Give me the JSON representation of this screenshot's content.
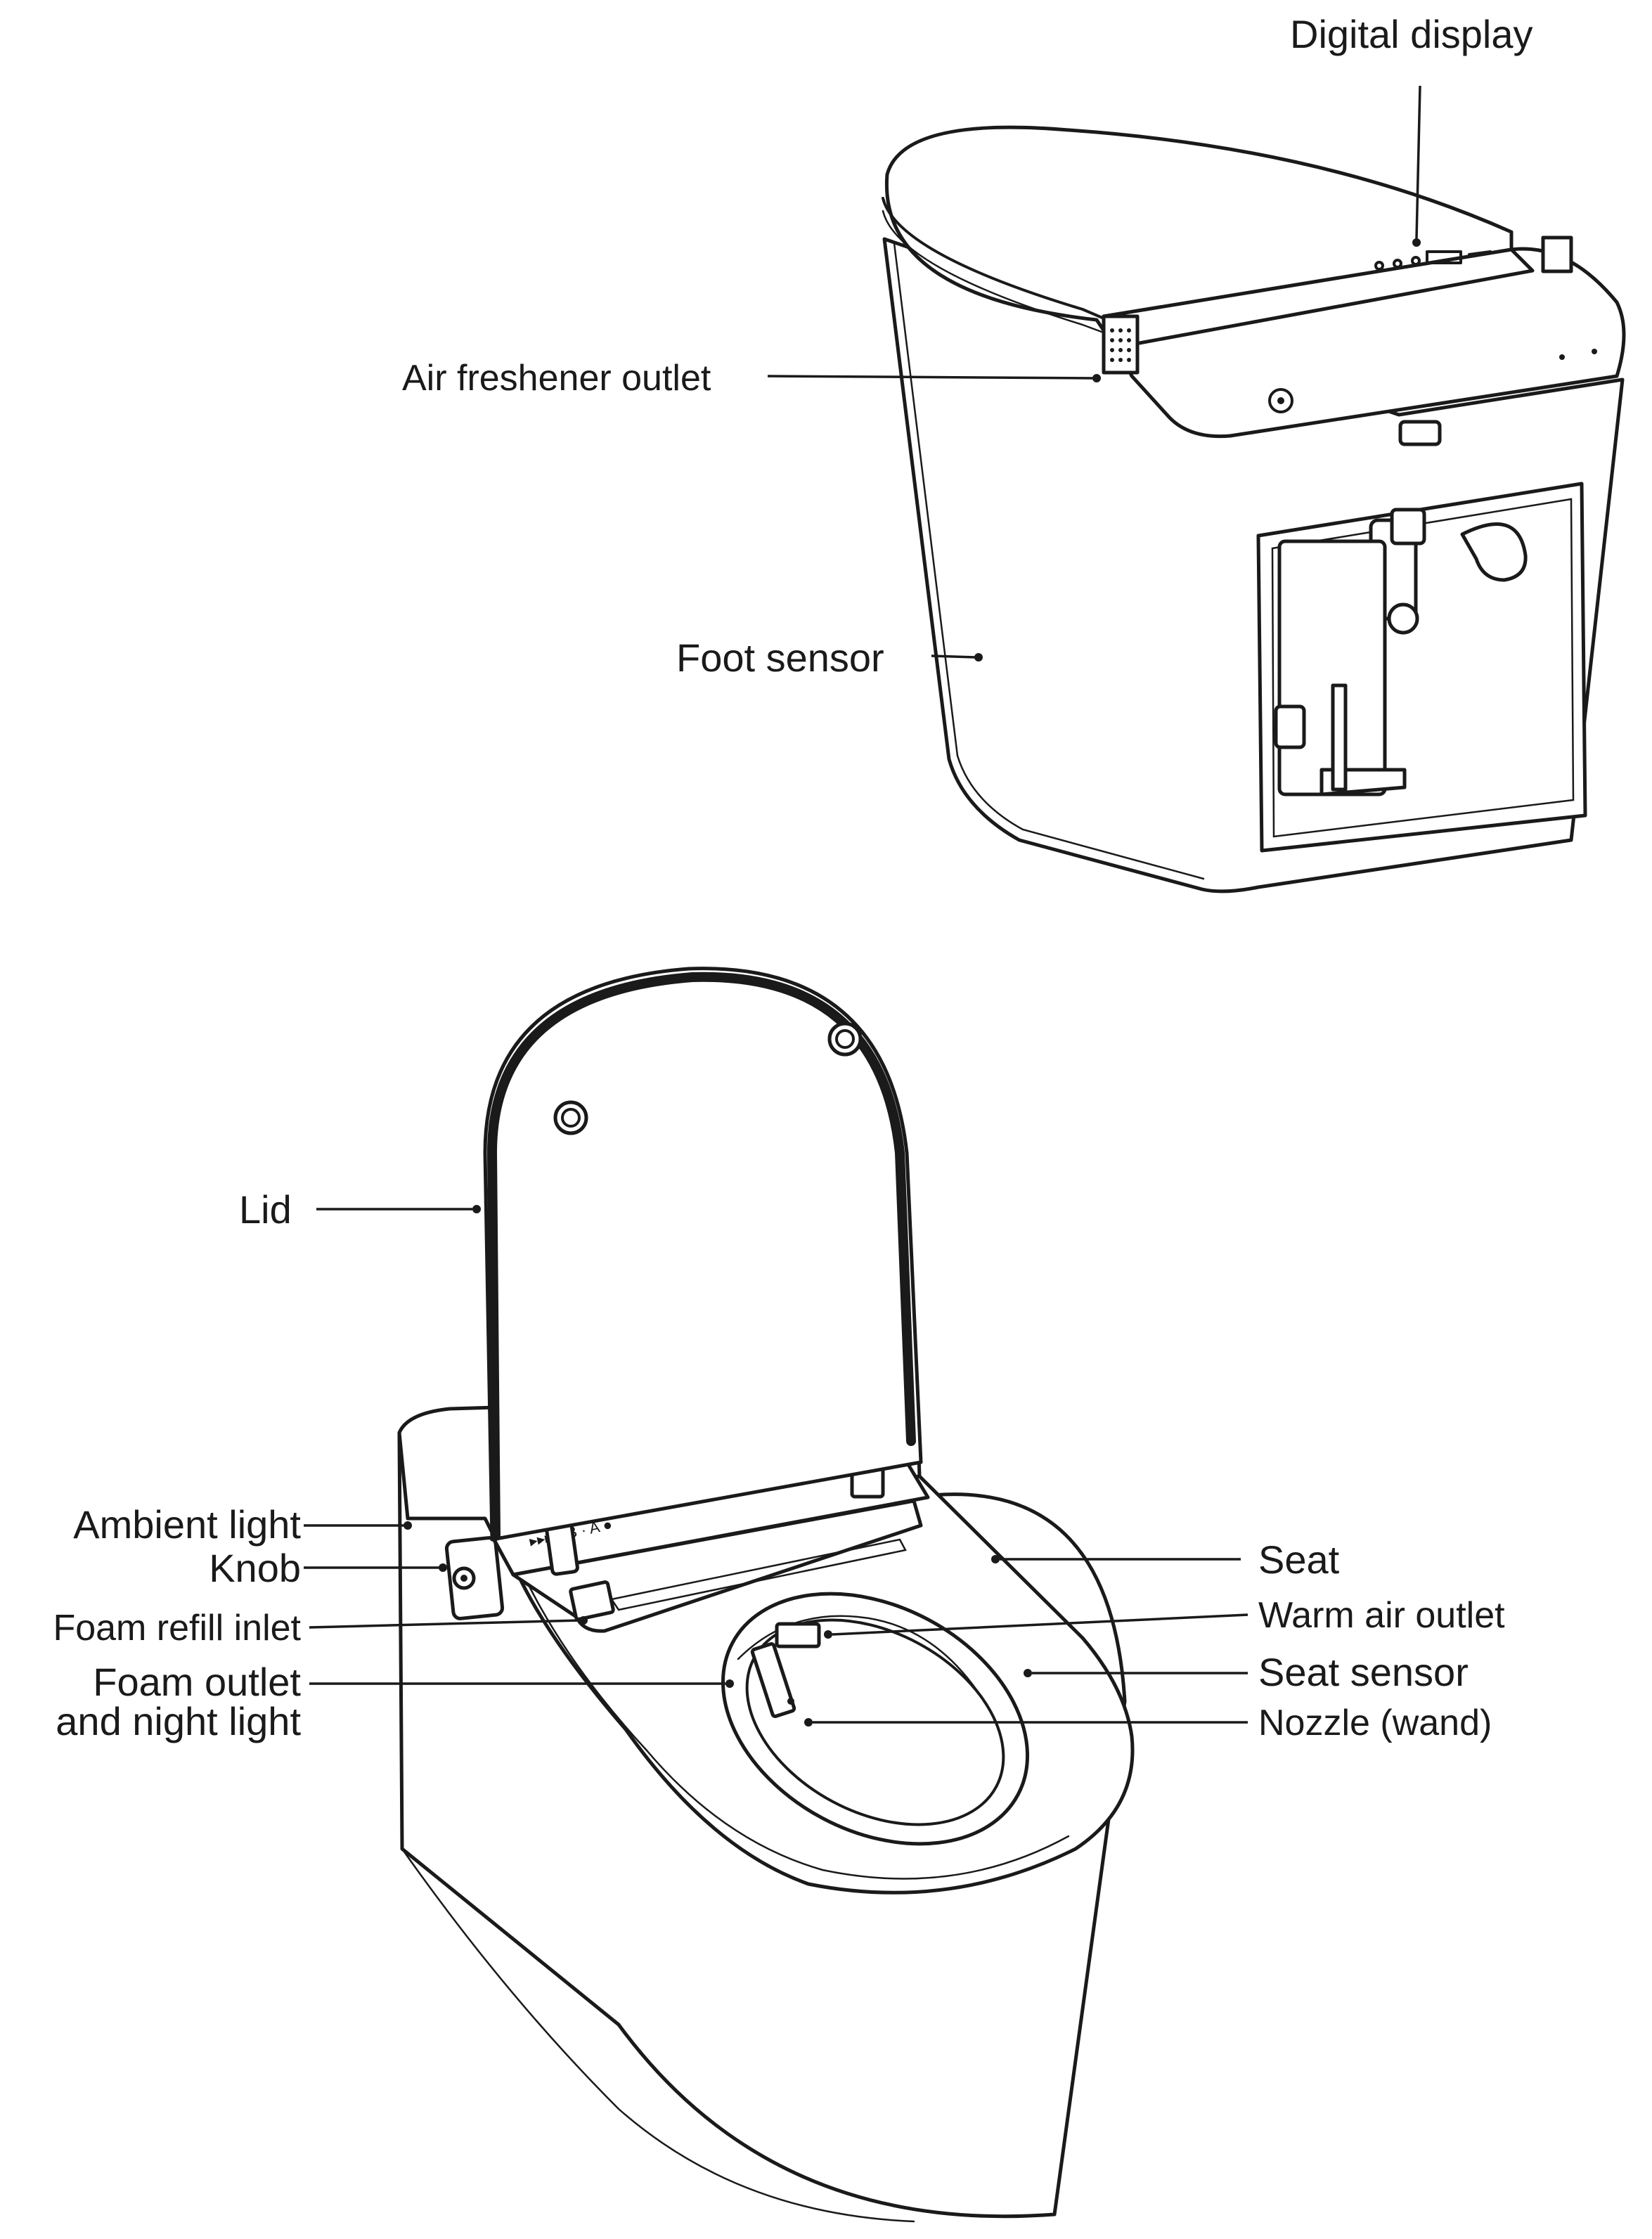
{
  "colors": {
    "ink": "#1a1a1a",
    "background": "#ffffff"
  },
  "top_view": {
    "labels": {
      "digital_display": "Digital display",
      "air_freshener_outlet": "Air freshener outlet",
      "foot_sensor": "Foot sensor"
    }
  },
  "open_view": {
    "labels": {
      "lid": "Lid",
      "ambient_light": "Ambient light",
      "knob": "Knob",
      "foam_refill_inlet": "Foam refill inlet",
      "foam_outlet_line1": "Foam outlet",
      "foam_outlet_line2": "and night light",
      "seat": "Seat",
      "warm_air_outlet": "Warm air outlet",
      "seat_sensor": "Seat sensor",
      "nozzle": "Nozzle (wand)"
    },
    "panel_glyphs": "▸▸▸ PB · A ●"
  }
}
